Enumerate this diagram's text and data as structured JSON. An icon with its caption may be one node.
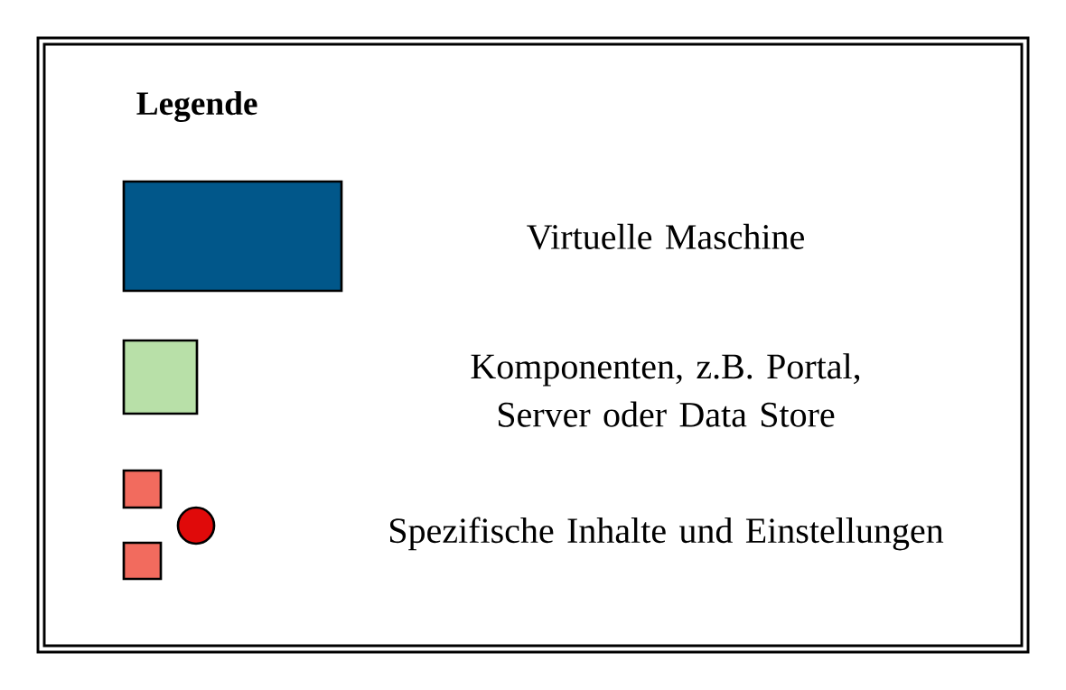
{
  "diagram": {
    "title": "Legende",
    "legend": [
      {
        "text": "Virtuelle Maschine",
        "color": "#01578a"
      },
      {
        "text": "Komponenten, z.B. Portal, Server oder Data Store",
        "color": "#b8e0a8"
      },
      {
        "text": "Spezifische Inhalte und Einstellungen"
      }
    ]
  }
}
